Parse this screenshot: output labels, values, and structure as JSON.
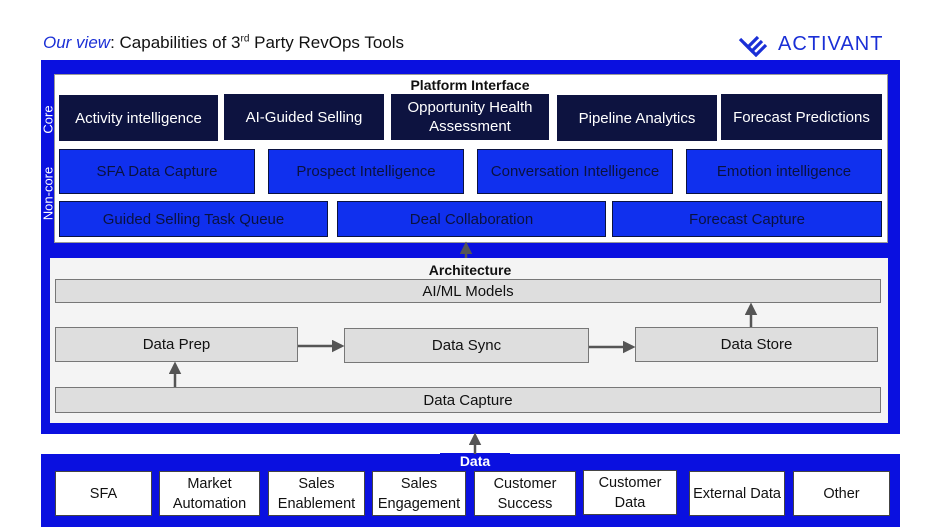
{
  "header": {
    "prefix": "Our view",
    "title_main": ": Capabilities of 3",
    "title_sup": "rd",
    "title_rest": " Party RevOps Tools",
    "logo_text": "ACTIVANT",
    "logo_icon": "chevron-stripes-icon"
  },
  "colors": {
    "frame_blue": "#0a10e0",
    "core_box": "#0d1340",
    "noncore_box": "#1030ee",
    "brand": "#1a2fd6"
  },
  "platform": {
    "title": "Platform Interface",
    "core_label": "Core",
    "noncore_label": "Non-core",
    "core_items": [
      "Activity intelligence",
      "AI-Guided Selling",
      "Opportunity Health Assessment",
      "Pipeline Analytics",
      "Forecast Predictions"
    ],
    "noncore_row1": [
      "SFA Data Capture",
      "Prospect Intelligence",
      "Conversation Intelligence",
      "Emotion intelligence"
    ],
    "noncore_row2": [
      "Guided Selling Task Queue",
      "Deal Collaboration",
      "Forecast Capture"
    ]
  },
  "architecture": {
    "title": "Architecture",
    "models": "AI/ML Models",
    "prep": "Data Prep",
    "sync": "Data Sync",
    "store": "Data Store",
    "capture": "Data Capture"
  },
  "data": {
    "title": "Data",
    "items": [
      "SFA",
      "Market Automation",
      "Sales Enablement",
      "Sales Engagement",
      "Customer Success",
      "Customer Data",
      "External Data",
      "Other"
    ]
  }
}
